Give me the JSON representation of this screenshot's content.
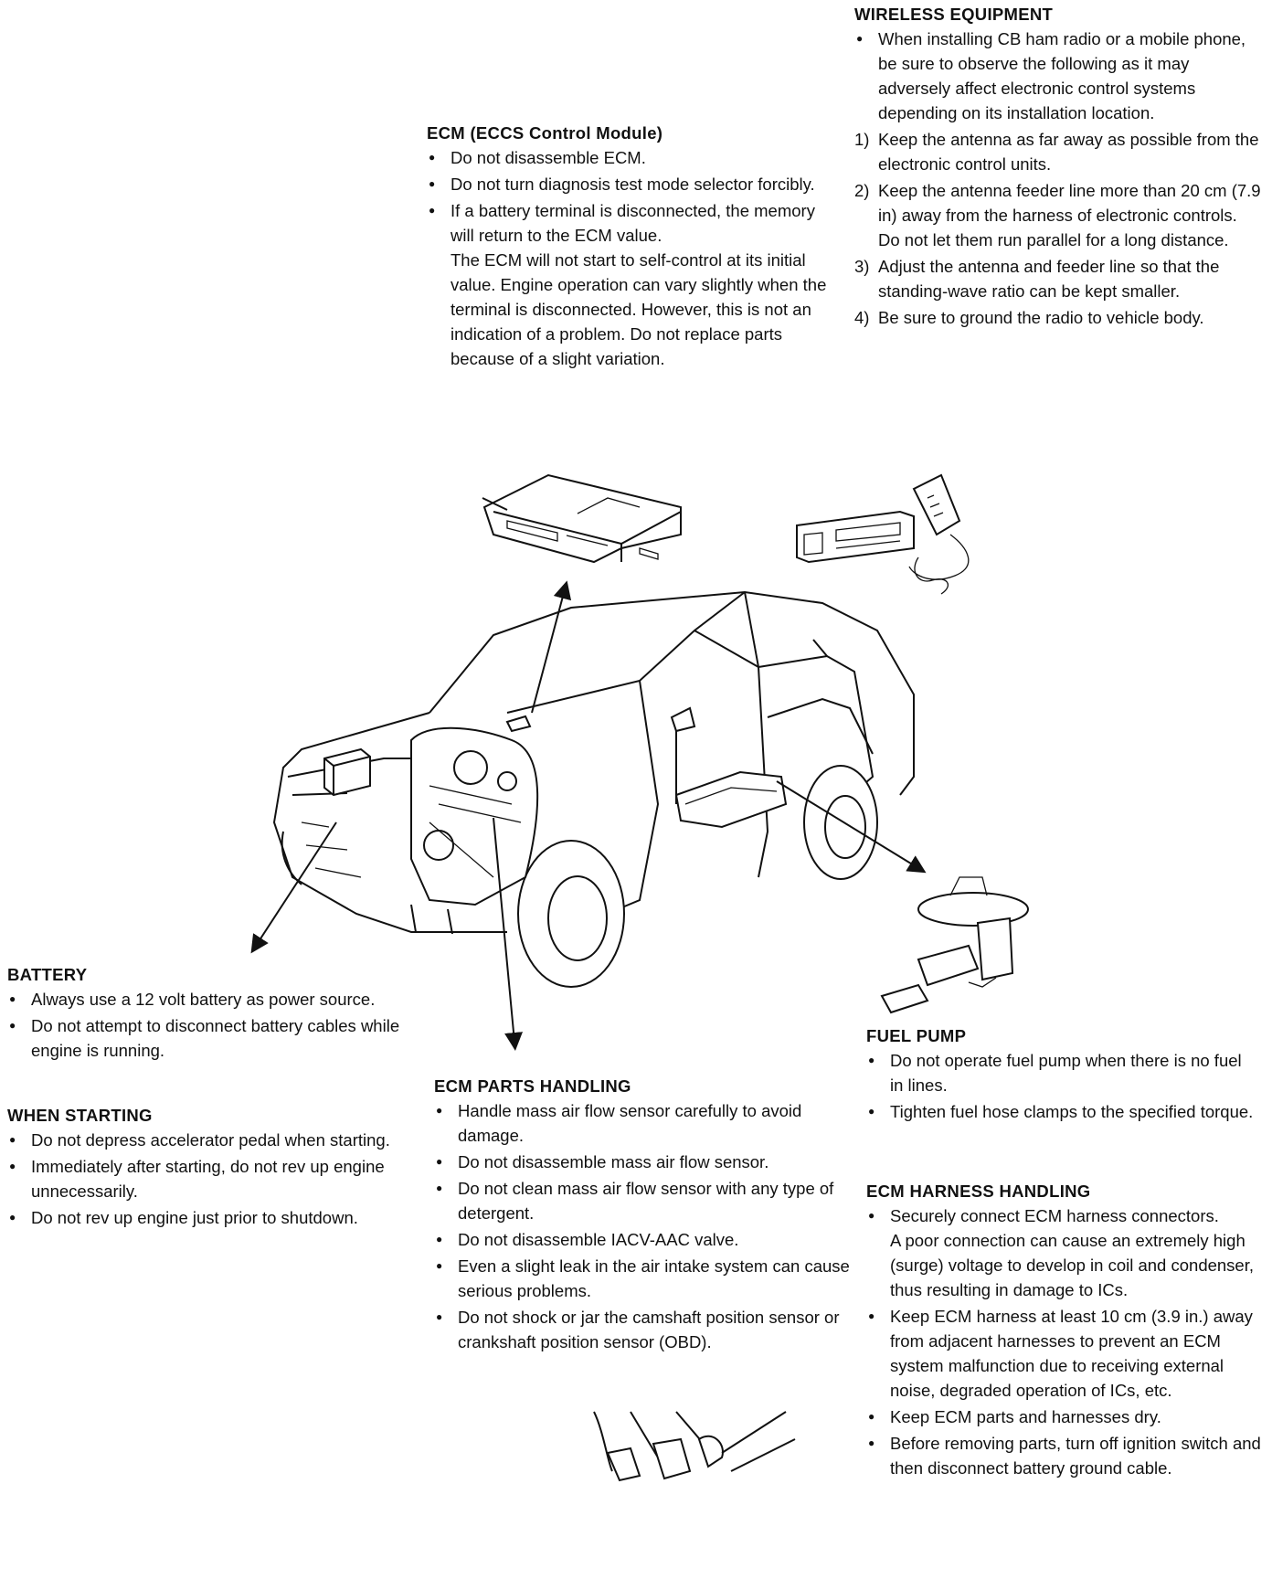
{
  "ecm": {
    "title": "ECM (ECCS Control Module)",
    "items": [
      "Do not disassemble ECM.",
      "Do not turn diagnosis test mode selector forcibly.",
      "If a battery terminal is disconnected, the memory will return to the ECM value."
    ],
    "note": "The ECM will not start to self-control at its initial value. Engine operation can vary slightly when the terminal is disconnected. However, this is not an indication of a problem. Do not replace parts because of a slight variation."
  },
  "wireless": {
    "title": "WIRELESS EQUIPMENT",
    "intro": "When installing CB ham radio or a mobile phone, be sure to observe the following as it may adversely affect electronic control systems depending on its installation location.",
    "steps": [
      {
        "num": "1)",
        "text": "Keep the antenna as far away as possible from the electronic control units."
      },
      {
        "num": "2)",
        "text": "Keep the antenna feeder line more than 20 cm (7.9 in) away from the harness of electronic controls.",
        "extra": "Do not let them run parallel for a long distance."
      },
      {
        "num": "3)",
        "text": "Adjust the antenna and feeder line so that the standing-wave ratio can be kept smaller."
      },
      {
        "num": "4)",
        "text": "Be sure to ground the radio to vehicle body."
      }
    ]
  },
  "battery": {
    "title": "BATTERY",
    "items": [
      "Always use a 12 volt battery as power source.",
      "Do not attempt to disconnect battery cables while engine is running."
    ]
  },
  "starting": {
    "title": "WHEN STARTING",
    "items": [
      "Do not depress accelerator pedal when starting.",
      "Immediately after starting, do not rev up engine unnecessarily.",
      "Do not rev up engine just prior to shutdown."
    ]
  },
  "parts": {
    "title": "ECM PARTS HANDLING",
    "items": [
      "Handle mass air flow sensor carefully to avoid damage.",
      "Do not disassemble mass air flow sensor.",
      "Do not clean mass air flow sensor with any type of detergent.",
      "Do not disassemble IACV-AAC valve.",
      "Even a slight leak in the air intake system can cause serious problems.",
      "Do not shock or jar the camshaft position sensor or crankshaft position sensor (OBD)."
    ]
  },
  "fuel": {
    "title": "FUEL PUMP",
    "items": [
      "Do not operate fuel pump when there is no fuel in lines.",
      "Tighten fuel hose clamps to the specified torque."
    ]
  },
  "harness": {
    "title": "ECM HARNESS HANDLING",
    "items": [
      "Securely connect ECM harness connectors."
    ],
    "note": "A poor connection can cause an extremely high (surge) voltage to develop in coil and condenser, thus resulting in damage to ICs.",
    "items2": [
      "Keep ECM harness at least 10 cm (3.9 in.) away from adjacent harnesses to prevent an ECM system malfunction due to receiving external noise, degraded operation of ICs, etc.",
      "Keep ECM parts and harnesses dry.",
      "Before removing parts, turn off ignition switch and then disconnect battery ground cable."
    ]
  },
  "icons": [
    "ecm-unit-icon",
    "radio-icon",
    "vehicle-icon",
    "fuel-pump-icon",
    "connector-icon"
  ]
}
